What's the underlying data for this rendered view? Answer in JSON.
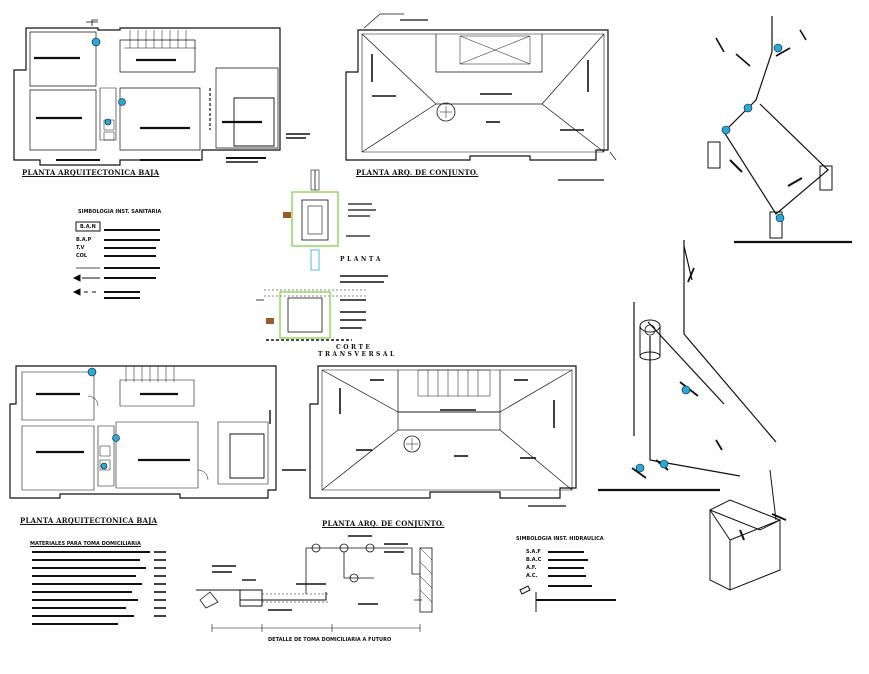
{
  "sheet": {
    "bg": "#ffffff",
    "line": "#111111",
    "accent_cyan": "#29a9d9",
    "accent_green": "#8fd35a",
    "accent_brown": "#9b5a2a"
  },
  "titles": {
    "plan_top_left": "PLANTA ARQUITECTONICA BAJA",
    "plan_top_center": "PLANTA ARQ. DE CONJUNTO.",
    "plan_bottom_left": "PLANTA ARQUITECTONICA BAJA",
    "plan_bottom_center": "PLANTA ARQ. DE CONJUNTO.",
    "detail_planta": "P L A N T A",
    "detail_corte_1": "C O R T E",
    "detail_corte_2": "T R A N S V E R S A L",
    "detail_toma": "DETALLE DE TOMA DOMICILIARIA A FUTURO"
  },
  "legends": {
    "sanitaria_title": "SIMBOLOGIA INST. SANITARIA",
    "sanitaria_codes": [
      "B.A.N",
      "B.A.P",
      "T.V",
      "COL"
    ],
    "hidraulica_title": "SIMBOLOGIA INST. HIDRAULICA",
    "hidraulica_codes": [
      "S.A.F",
      "B.A.C",
      "A.F.",
      "A.C."
    ],
    "materiales_title": "MATERIALES PARA TOMA DOMICILIARIA"
  }
}
